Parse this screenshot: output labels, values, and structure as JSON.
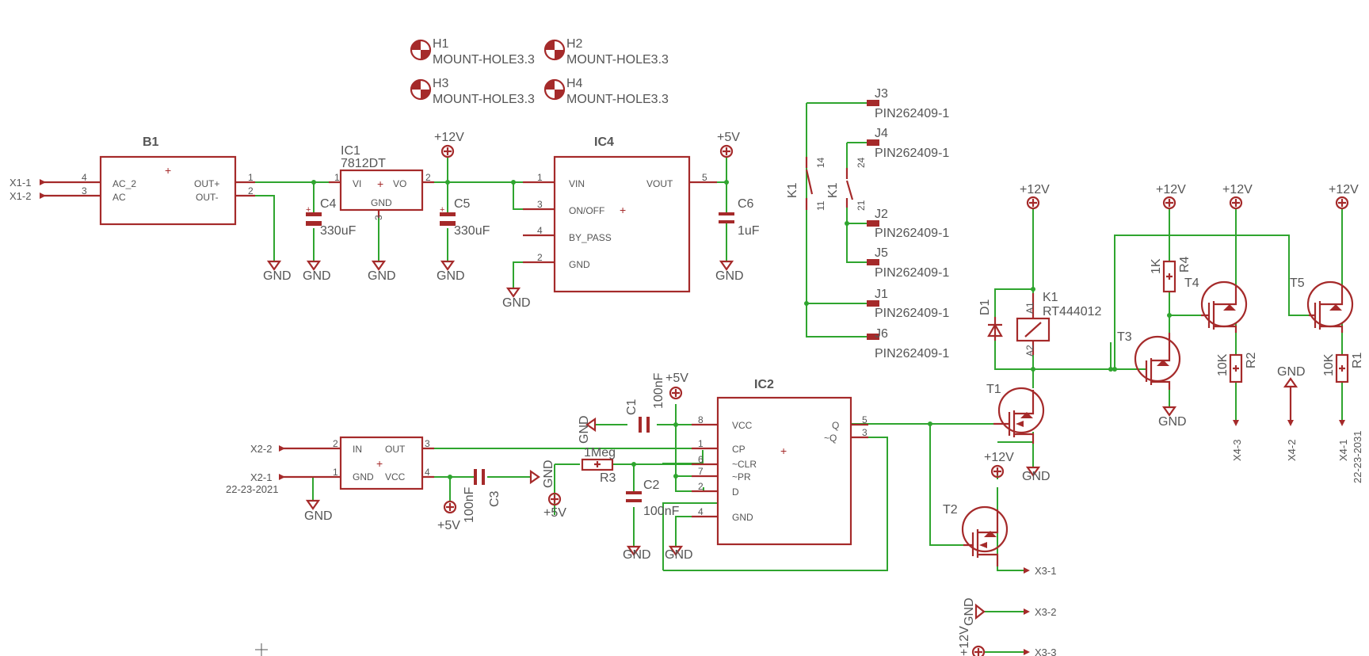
{
  "mount_holes": [
    {
      "ref": "H1",
      "value": "MOUNT-HOLE3.3"
    },
    {
      "ref": "H2",
      "value": "MOUNT-HOLE3.3"
    },
    {
      "ref": "H3",
      "value": "MOUNT-HOLE3.3"
    },
    {
      "ref": "H4",
      "value": "MOUNT-HOLE3.3"
    }
  ],
  "parts": {
    "b1": {
      "ref": "B1",
      "pins": [
        "AC_2",
        "AC",
        "OUT+",
        "OUT-"
      ],
      "pin_numbers": [
        "4",
        "3",
        "1",
        "2"
      ]
    },
    "ic1": {
      "ref": "IC1",
      "value": "7812DT",
      "pins": [
        "VI",
        "VO",
        "GND"
      ],
      "pin_numbers": [
        "1",
        "2",
        "3"
      ]
    },
    "ic4": {
      "ref": "IC4",
      "pins": [
        "VIN",
        "VOUT",
        "ON/OFF",
        "BY_PASS",
        "GND"
      ],
      "pin_numbers": [
        "1",
        "5",
        "3",
        "4",
        "2"
      ]
    },
    "c4": {
      "ref": "C4",
      "value": "330uF"
    },
    "c5": {
      "ref": "C5",
      "value": "330uF"
    },
    "c6": {
      "ref": "C6",
      "value": "1uF"
    },
    "ic2": {
      "ref": "IC2",
      "pins": [
        "VCC",
        "CP",
        "~CLR",
        "~PR",
        "D",
        "GND",
        "Q",
        "~Q"
      ],
      "pin_numbers": [
        "8",
        "1",
        "6",
        "7",
        "2",
        "4",
        "5",
        "3"
      ]
    },
    "c1": {
      "ref": "C1",
      "value": "100nF"
    },
    "c2": {
      "ref": "C2",
      "value": "100nF"
    },
    "c3": {
      "ref": "C3",
      "value": "100nF"
    },
    "r3": {
      "ref": "R3",
      "value": "1Meg"
    },
    "sensor": {
      "pins": [
        "IN",
        "OUT",
        "GND",
        "VCC"
      ],
      "pin_numbers": [
        "2",
        "3",
        "1",
        "4"
      ]
    },
    "k1": {
      "ref": "K1",
      "value": "RT444012",
      "pins": [
        "A1",
        "A2"
      ],
      "contacts": [
        "14",
        "11",
        "24",
        "21"
      ]
    },
    "d1": {
      "ref": "D1"
    },
    "t1": {
      "ref": "T1"
    },
    "t2": {
      "ref": "T2"
    },
    "t3": {
      "ref": "T3"
    },
    "t4": {
      "ref": "T4"
    },
    "t5": {
      "ref": "T5"
    },
    "r1": {
      "ref": "R1",
      "value": "10K"
    },
    "r2": {
      "ref": "R2",
      "value": "10K"
    },
    "r4": {
      "ref": "R4",
      "value": "1K"
    }
  },
  "connectors": {
    "j3": {
      "ref": "J3",
      "value": "PIN262409-1"
    },
    "j4": {
      "ref": "J4",
      "value": "PIN262409-1"
    },
    "j2": {
      "ref": "J2",
      "value": "PIN262409-1"
    },
    "j5": {
      "ref": "J5",
      "value": "PIN262409-1"
    },
    "j1": {
      "ref": "J1",
      "value": "PIN262409-1"
    },
    "j6": {
      "ref": "J6",
      "value": "PIN262409-1"
    }
  },
  "terminals": {
    "x1_1": "X1-1",
    "x1_2": "X1-2",
    "x2_2": "X2-2",
    "x2_1": "X2-1",
    "x2_part": "22-23-2021",
    "x3_1": "X3-1",
    "x3_2": "X3-2",
    "x3_3": "X3-3",
    "x4_3": "X4-3",
    "x4_2": "X4-2",
    "x4_1": "X4-1",
    "x4_part": "22-23-2031"
  },
  "supplies": {
    "v12": "+12V",
    "v5": "+5V",
    "gnd": "GND"
  },
  "colors": {
    "symbol": "#a52a2a",
    "wire": "#2fa52f",
    "text": "#555555",
    "background": "#ffffff"
  }
}
